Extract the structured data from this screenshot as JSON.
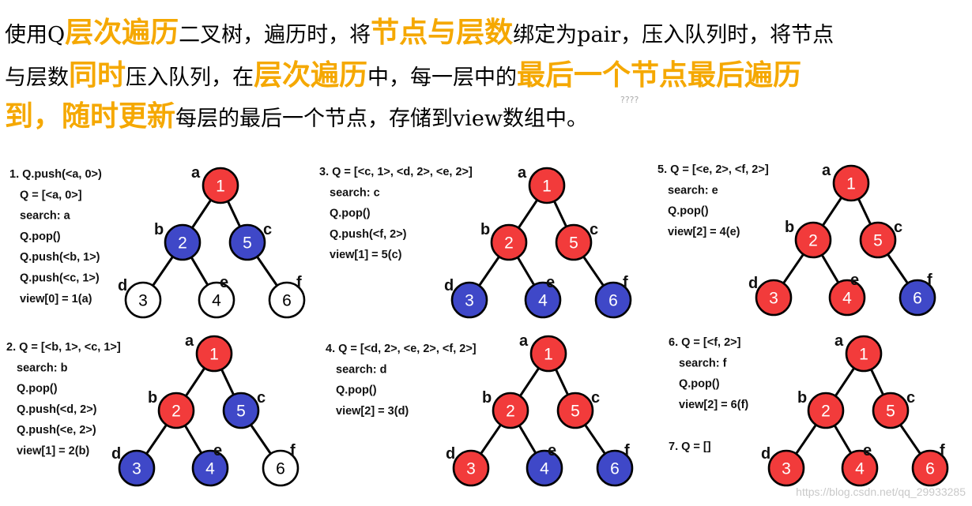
{
  "header": {
    "line1": [
      {
        "t": "使用Q",
        "s": "n"
      },
      {
        "t": "层次遍历",
        "s": "b"
      },
      {
        "t": "二叉树，遍历时，将",
        "s": "n"
      },
      {
        "t": "节点与层数",
        "s": "b"
      },
      {
        "t": "绑定为pair，压入队列时，将节点",
        "s": "n"
      }
    ],
    "line2": [
      {
        "t": "与层数",
        "s": "n"
      },
      {
        "t": "同时",
        "s": "b"
      },
      {
        "t": "压入队列，在",
        "s": "n"
      },
      {
        "t": "层次遍历",
        "s": "b"
      },
      {
        "t": "中，每一层中的",
        "s": "n"
      },
      {
        "t": "最后一个节点最后遍历",
        "s": "b"
      }
    ],
    "line3": [
      {
        "t": "到，随时更新",
        "s": "b"
      },
      {
        "t": "每层的最后一个节点，存储到view数组中。",
        "s": "n"
      }
    ],
    "question_marks": "????"
  },
  "colors": {
    "red": "#f23b3b",
    "blue": "#3f48c8",
    "white": "#ffffff",
    "accent": "#f5a800"
  },
  "tree": {
    "nodes": [
      {
        "id": "a",
        "num": "1"
      },
      {
        "id": "b",
        "num": "2"
      },
      {
        "id": "c",
        "num": "5"
      },
      {
        "id": "d",
        "num": "3"
      },
      {
        "id": "e",
        "num": "4"
      },
      {
        "id": "f",
        "num": "6"
      }
    ],
    "edges": [
      [
        "a",
        "b"
      ],
      [
        "a",
        "c"
      ],
      [
        "b",
        "d"
      ],
      [
        "b",
        "e"
      ],
      [
        "c",
        "f"
      ]
    ]
  },
  "steps": [
    {
      "lines": [
        "1. Q.push(<a, 0>)",
        "Q = [<a, 0>]",
        "search: a",
        "Q.pop()",
        "Q.push(<b, 1>)",
        "Q.push(<c, 1>)",
        "view[0] = 1(a)"
      ],
      "colors": {
        "a": "red",
        "b": "blue",
        "c": "blue",
        "d": "white",
        "e": "white",
        "f": "white"
      }
    },
    {
      "lines": [
        "2. Q = [<b, 1>, <c, 1>]",
        "search: b",
        "Q.pop()",
        "Q.push(<d, 2>)",
        "Q.push(<e, 2>)",
        "view[1] = 2(b)"
      ],
      "colors": {
        "a": "red",
        "b": "red",
        "c": "blue",
        "d": "blue",
        "e": "blue",
        "f": "white"
      }
    },
    {
      "lines": [
        "3. Q = [<c, 1>, <d, 2>, <e, 2>]",
        "search: c",
        "Q.pop()",
        "Q.push(<f, 2>)",
        "view[1] = 5(c)"
      ],
      "colors": {
        "a": "red",
        "b": "red",
        "c": "red",
        "d": "blue",
        "e": "blue",
        "f": "blue"
      }
    },
    {
      "lines": [
        "4. Q = [<d, 2>, <e, 2>, <f, 2>]",
        "search: d",
        "Q.pop()",
        "view[2] = 3(d)"
      ],
      "colors": {
        "a": "red",
        "b": "red",
        "c": "red",
        "d": "red",
        "e": "blue",
        "f": "blue"
      }
    },
    {
      "lines": [
        "5. Q = [<e, 2>, <f, 2>]",
        "search: e",
        "Q.pop()",
        "view[2] = 4(e)"
      ],
      "colors": {
        "a": "red",
        "b": "red",
        "c": "red",
        "d": "red",
        "e": "red",
        "f": "blue"
      }
    },
    {
      "lines": [
        "6. Q = [<f, 2>]",
        "search: f",
        "Q.pop()",
        "view[2] = 6(f)"
      ],
      "colors": {
        "a": "red",
        "b": "red",
        "c": "red",
        "d": "red",
        "e": "red",
        "f": "red"
      },
      "extra": "7. Q = []"
    }
  ],
  "watermark": "https://blog.csdn.net/qq_29933285"
}
